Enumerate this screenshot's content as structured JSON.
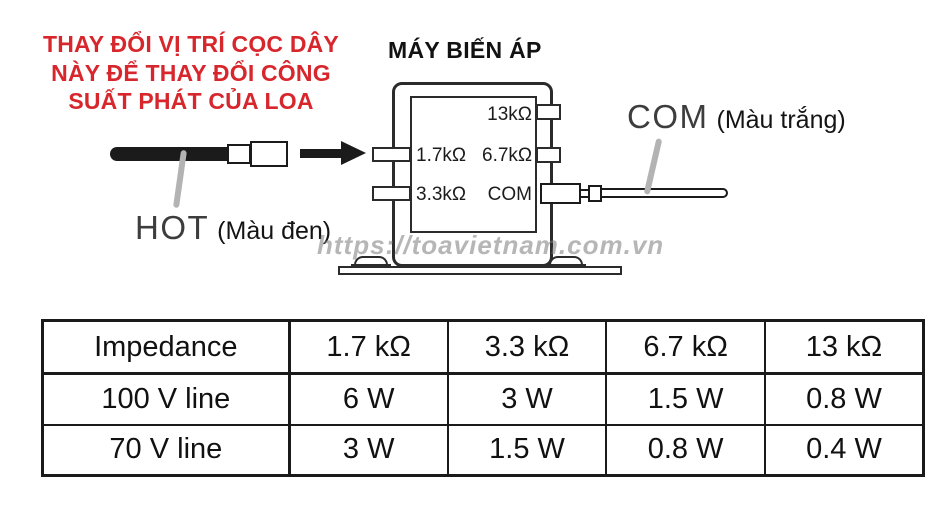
{
  "warning": {
    "lines": [
      "THAY ĐỔI VỊ TRÍ CỌC DÂY",
      "NÀY ĐỂ THAY ĐỔI CÔNG",
      "SUẤT PHÁT CỦA LOA"
    ]
  },
  "diagram": {
    "title": "MÁY BIẾN ÁP",
    "taps": {
      "tap_13k": "13kΩ",
      "tap_1_7k": "1.7kΩ",
      "tap_6_7k": "6.7kΩ",
      "tap_3_3k": "3.3kΩ",
      "tap_com": "COM"
    },
    "hot_label": "HOT",
    "hot_note": "(Màu đen)",
    "com_label": "COM",
    "com_note": "(Màu trắng)"
  },
  "watermark": "https://toavietnam.com.vn",
  "power_table": {
    "header": [
      "Impedance",
      "1.7 kΩ",
      "3.3 kΩ",
      "6.7 kΩ",
      "13 kΩ"
    ],
    "rows": [
      {
        "cells": [
          "100 V line",
          "6 W",
          "3 W",
          "1.5 W",
          "0.8 W"
        ]
      },
      {
        "cells": [
          "70 V line",
          "3 W",
          "1.5 W",
          "0.8 W",
          "0.4 W"
        ]
      }
    ]
  },
  "colors": {
    "warning_red": "#d7262c",
    "line_black": "#2b2b2b",
    "leader_gray": "#b3b3b3",
    "watermark_gray": "#7a7a7a"
  },
  "chart_data": {
    "type": "table",
    "title": "Speaker tap power ratings",
    "columns": [
      "Impedance",
      "1.7 kΩ",
      "3.3 kΩ",
      "6.7 kΩ",
      "13 kΩ"
    ],
    "rows": [
      [
        "100 V line",
        "6 W",
        "3 W",
        "1.5 W",
        "0.8 W"
      ],
      [
        "70 V line",
        "3 W",
        "1.5 W",
        "0.8 W",
        "0.4 W"
      ]
    ]
  }
}
